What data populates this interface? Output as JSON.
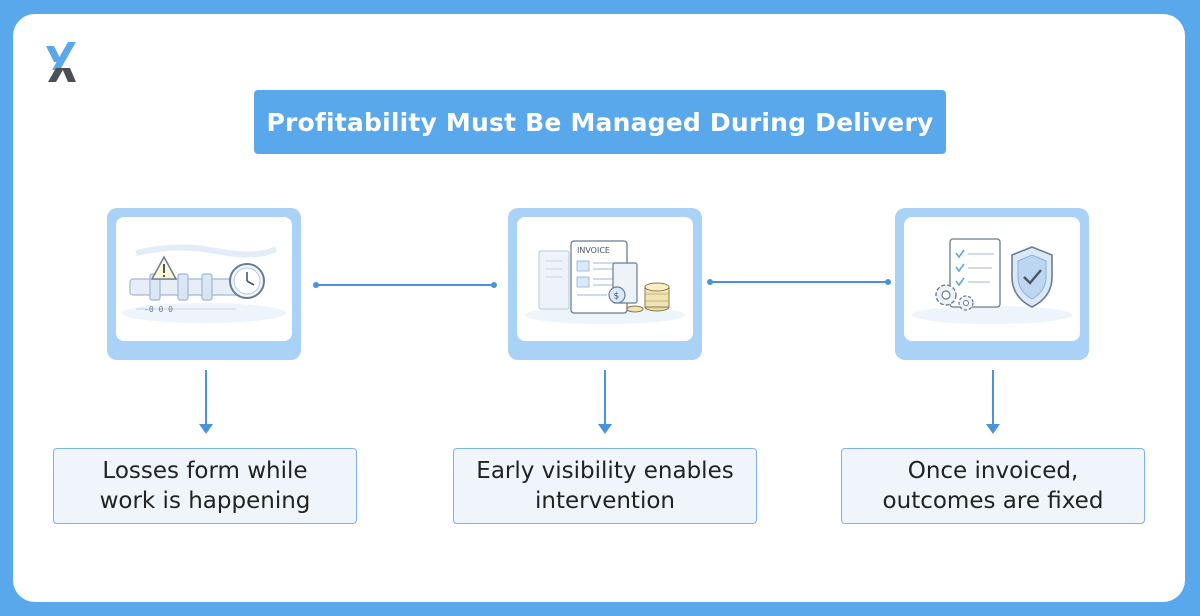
{
  "title": "Profitability Must Be Managed During Delivery",
  "accent_color": "#5aa8ec",
  "connector_color": "#4a93db",
  "steps": [
    {
      "icon": "warning-pipeline-clock-icon",
      "illustration_text": "",
      "label": "Losses form while work is happening"
    },
    {
      "icon": "invoice-coins-icon",
      "illustration_text": "INVOICE",
      "label": "Early visibility enables intervention"
    },
    {
      "icon": "checklist-gears-shield-icon",
      "illustration_text": "",
      "label": "Once invoiced, outcomes are fixed"
    }
  ]
}
